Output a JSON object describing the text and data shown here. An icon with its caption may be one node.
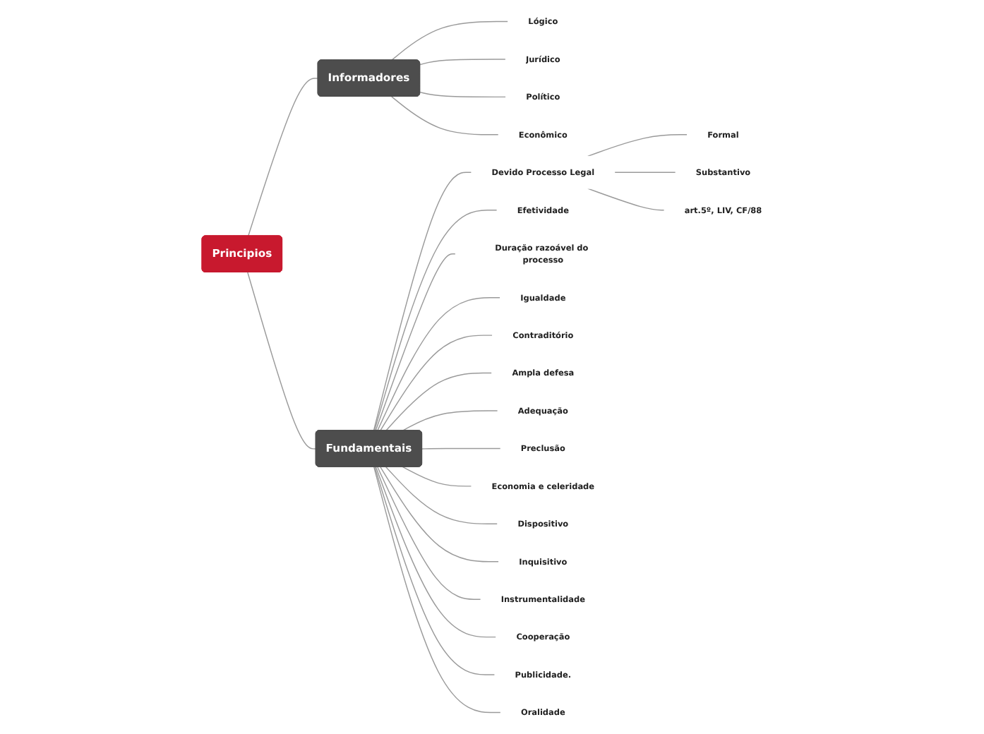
{
  "diagram": {
    "nodes": [
      {
        "text": [
          "Principios"
        ]
      },
      {
        "text": [
          "Informadores"
        ]
      },
      {
        "text": [
          "Lógico"
        ]
      },
      {
        "text": [
          "Jurídico"
        ]
      },
      {
        "text": [
          "Político"
        ]
      },
      {
        "text": [
          "Econômico"
        ]
      },
      {
        "text": [
          "Fundamentais"
        ]
      },
      {
        "text": [
          "Devido Processo Legal"
        ]
      },
      {
        "text": [
          "Formal"
        ]
      },
      {
        "text": [
          "Substantivo"
        ]
      },
      {
        "text": [
          "art.5º, LIV, CF/88"
        ]
      },
      {
        "text": [
          "Efetividade"
        ]
      },
      {
        "text": [
          "Duração razoável do processo"
        ]
      },
      {
        "text": [
          "Igualdade"
        ]
      },
      {
        "text": [
          "Contraditório"
        ]
      },
      {
        "text": [
          "Ampla defesa"
        ]
      },
      {
        "text": [
          "Adequação"
        ]
      },
      {
        "text": [
          "Preclusão"
        ]
      },
      {
        "text": [
          "Economia e celeridade"
        ]
      },
      {
        "text": [
          "Dispositivo"
        ]
      },
      {
        "text": [
          "Inquisitivo"
        ]
      },
      {
        "text": [
          "Instrumentalidade"
        ]
      },
      {
        "text": [
          "Cooperação"
        ]
      },
      {
        "text": [
          "Publicidade."
        ]
      },
      {
        "text": [
          "Oralidade"
        ]
      }
    ],
    "edges": [
      {
        "from": 0,
        "to": 1,
        "arrow": "none"
      },
      {
        "from": 1,
        "to": 2,
        "arrow": "none"
      },
      {
        "from": 1,
        "to": 3,
        "arrow": "none"
      },
      {
        "from": 1,
        "to": 4,
        "arrow": "none"
      },
      {
        "from": 1,
        "to": 5,
        "arrow": "none"
      },
      {
        "from": 0,
        "to": 6,
        "arrow": "none"
      },
      {
        "from": 6,
        "to": 7,
        "arrow": "none"
      },
      {
        "from": 7,
        "to": 8,
        "arrow": "none"
      },
      {
        "from": 7,
        "to": 9,
        "arrow": "none"
      },
      {
        "from": 7,
        "to": 10,
        "arrow": "none"
      },
      {
        "from": 6,
        "to": 11,
        "arrow": "none"
      },
      {
        "from": 6,
        "to": 12,
        "arrow": "none"
      },
      {
        "from": 6,
        "to": 13,
        "arrow": "none"
      },
      {
        "from": 6,
        "to": 14,
        "arrow": "none"
      },
      {
        "from": 6,
        "to": 15,
        "arrow": "none"
      },
      {
        "from": 6,
        "to": 16,
        "arrow": "none"
      },
      {
        "from": 6,
        "to": 17,
        "arrow": "none"
      },
      {
        "from": 6,
        "to": 18,
        "arrow": "none"
      },
      {
        "from": 6,
        "to": 19,
        "arrow": "none"
      },
      {
        "from": 6,
        "to": 20,
        "arrow": "none"
      },
      {
        "from": 6,
        "to": 21,
        "arrow": "none"
      },
      {
        "from": 6,
        "to": 22,
        "arrow": "none"
      },
      {
        "from": 6,
        "to": 23,
        "arrow": "none"
      },
      {
        "from": 6,
        "to": 24,
        "arrow": "none"
      }
    ]
  }
}
